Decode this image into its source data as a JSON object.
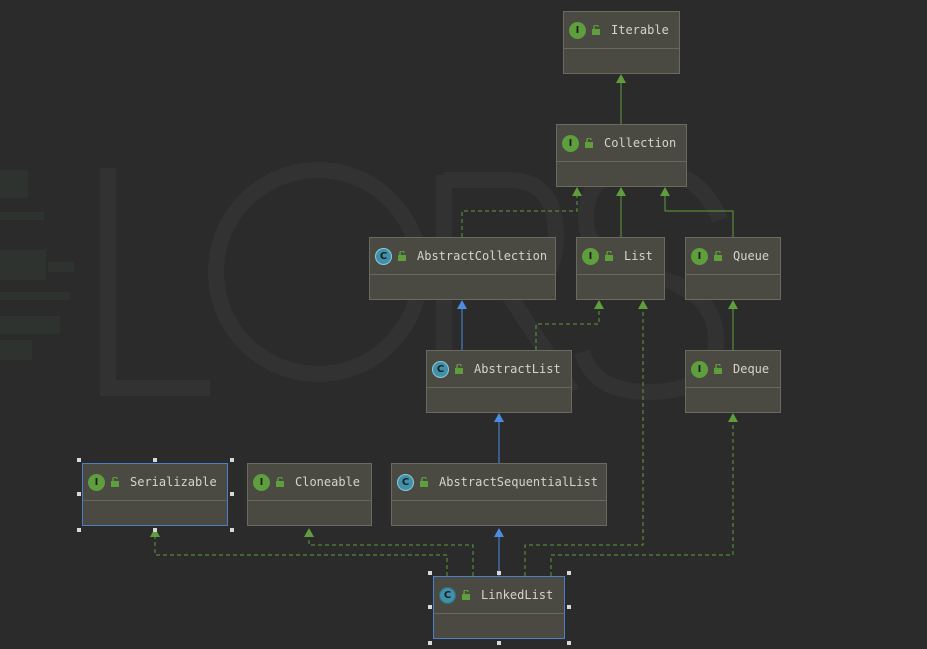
{
  "diagram": {
    "nodes": {
      "iterable": {
        "name": "Iterable",
        "kind": "interface",
        "badge": "I"
      },
      "collection": {
        "name": "Collection",
        "kind": "interface",
        "badge": "I"
      },
      "abstract_collection": {
        "name": "AbstractCollection",
        "kind": "abstract-class",
        "badge": "C"
      },
      "list": {
        "name": "List",
        "kind": "interface",
        "badge": "I"
      },
      "queue": {
        "name": "Queue",
        "kind": "interface",
        "badge": "I"
      },
      "abstract_list": {
        "name": "AbstractList",
        "kind": "abstract-class",
        "badge": "C"
      },
      "deque": {
        "name": "Deque",
        "kind": "interface",
        "badge": "I"
      },
      "serializable": {
        "name": "Serializable",
        "kind": "interface",
        "badge": "I",
        "selected": true
      },
      "cloneable": {
        "name": "Cloneable",
        "kind": "interface",
        "badge": "I"
      },
      "abstract_sequential_list": {
        "name": "AbstractSequentialList",
        "kind": "abstract-class",
        "badge": "C"
      },
      "linked_list": {
        "name": "LinkedList",
        "kind": "class",
        "badge": "C",
        "selected": true
      }
    },
    "edges": [
      {
        "from": "collection",
        "to": "iterable",
        "relation": "extends"
      },
      {
        "from": "abstract_collection",
        "to": "collection",
        "relation": "implements"
      },
      {
        "from": "list",
        "to": "collection",
        "relation": "extends"
      },
      {
        "from": "queue",
        "to": "collection",
        "relation": "extends"
      },
      {
        "from": "abstract_list",
        "to": "abstract_collection",
        "relation": "extends"
      },
      {
        "from": "abstract_list",
        "to": "list",
        "relation": "implements"
      },
      {
        "from": "deque",
        "to": "queue",
        "relation": "extends"
      },
      {
        "from": "abstract_sequential_list",
        "to": "abstract_list",
        "relation": "extends"
      },
      {
        "from": "linked_list",
        "to": "abstract_sequential_list",
        "relation": "extends"
      },
      {
        "from": "linked_list",
        "to": "serializable",
        "relation": "implements"
      },
      {
        "from": "linked_list",
        "to": "cloneable",
        "relation": "implements"
      },
      {
        "from": "linked_list",
        "to": "list",
        "relation": "implements"
      },
      {
        "from": "linked_list",
        "to": "deque",
        "relation": "implements"
      }
    ]
  },
  "colors": {
    "background": "#2b2b2b",
    "node_fill": "#4a4942",
    "interface_badge": "#5e9e3d",
    "class_badge": "#3f90a8",
    "interface_edge": "#5e9e3d",
    "class_edge": "#4d8de0",
    "selection": "#4d7fc4"
  },
  "icons": {
    "interface": "interface-icon",
    "class": "class-icon",
    "abstract_class": "abstract-class-icon",
    "visibility": "public-lock-icon"
  }
}
